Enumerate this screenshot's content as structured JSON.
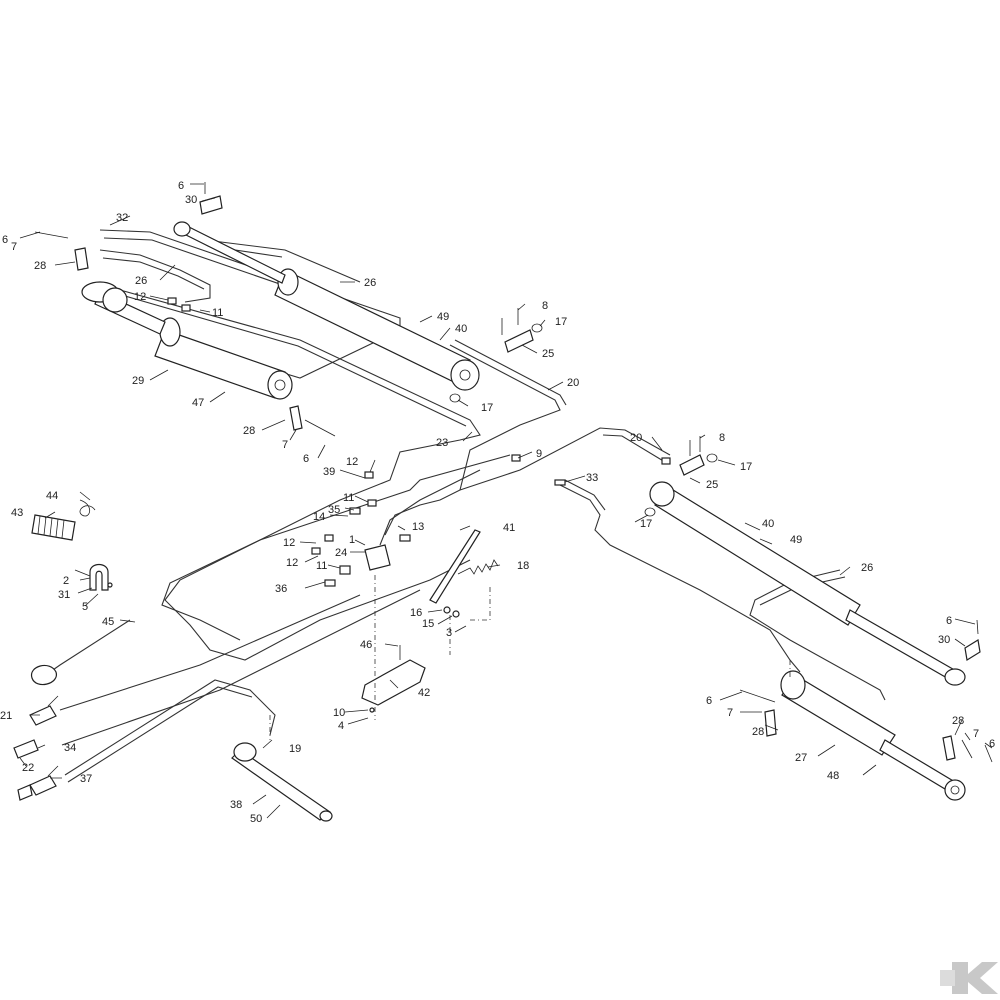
{
  "callouts": [
    {
      "id": "c6a",
      "label": "6"
    },
    {
      "id": "c30a",
      "label": "30"
    },
    {
      "id": "c32",
      "label": "32"
    },
    {
      "id": "c6b",
      "label": "6"
    },
    {
      "id": "c7a",
      "label": "7"
    },
    {
      "id": "c28a",
      "label": "28"
    },
    {
      "id": "c26a",
      "label": "26"
    },
    {
      "id": "c26b",
      "label": "26"
    },
    {
      "id": "c12a",
      "label": "12"
    },
    {
      "id": "c11a",
      "label": "11"
    },
    {
      "id": "c8a",
      "label": "8"
    },
    {
      "id": "c17a",
      "label": "17"
    },
    {
      "id": "c49a",
      "label": "49"
    },
    {
      "id": "c40a",
      "label": "40"
    },
    {
      "id": "c25a",
      "label": "25"
    },
    {
      "id": "c20a",
      "label": "20"
    },
    {
      "id": "c29",
      "label": "29"
    },
    {
      "id": "c47",
      "label": "47"
    },
    {
      "id": "c17b",
      "label": "17"
    },
    {
      "id": "c28b",
      "label": "28"
    },
    {
      "id": "c7b",
      "label": "7"
    },
    {
      "id": "c6c",
      "label": "6"
    },
    {
      "id": "c23",
      "label": "23"
    },
    {
      "id": "c20b",
      "label": "20"
    },
    {
      "id": "c8b",
      "label": "8"
    },
    {
      "id": "c17c",
      "label": "17"
    },
    {
      "id": "c12b",
      "label": "12"
    },
    {
      "id": "c9",
      "label": "9"
    },
    {
      "id": "c39",
      "label": "39"
    },
    {
      "id": "c11b",
      "label": "11"
    },
    {
      "id": "c25b",
      "label": "25"
    },
    {
      "id": "c33",
      "label": "33"
    },
    {
      "id": "c44",
      "label": "44"
    },
    {
      "id": "c43",
      "label": "43"
    },
    {
      "id": "c35",
      "label": "35"
    },
    {
      "id": "c14",
      "label": "14"
    },
    {
      "id": "c17d",
      "label": "17"
    },
    {
      "id": "c40b",
      "label": "40"
    },
    {
      "id": "c13",
      "label": "13"
    },
    {
      "id": "c41",
      "label": "41"
    },
    {
      "id": "c1",
      "label": "1"
    },
    {
      "id": "c12c",
      "label": "12"
    },
    {
      "id": "c49b",
      "label": "49"
    },
    {
      "id": "c24",
      "label": "24"
    },
    {
      "id": "c12d",
      "label": "12"
    },
    {
      "id": "c11c",
      "label": "11"
    },
    {
      "id": "c18",
      "label": "18"
    },
    {
      "id": "c26c",
      "label": "26"
    },
    {
      "id": "c2",
      "label": "2"
    },
    {
      "id": "c31",
      "label": "31"
    },
    {
      "id": "c5",
      "label": "5"
    },
    {
      "id": "c36",
      "label": "36"
    },
    {
      "id": "c16",
      "label": "16"
    },
    {
      "id": "c15",
      "label": "15"
    },
    {
      "id": "c3",
      "label": "3"
    },
    {
      "id": "c6d",
      "label": "6"
    },
    {
      "id": "c30b",
      "label": "30"
    },
    {
      "id": "c45",
      "label": "45"
    },
    {
      "id": "c46",
      "label": "46"
    },
    {
      "id": "c42",
      "label": "42"
    },
    {
      "id": "c10",
      "label": "10"
    },
    {
      "id": "c4",
      "label": "4"
    },
    {
      "id": "c6e",
      "label": "6"
    },
    {
      "id": "c7c",
      "label": "7"
    },
    {
      "id": "c28c",
      "label": "28"
    },
    {
      "id": "c28d",
      "label": "28"
    },
    {
      "id": "c7d",
      "label": "7"
    },
    {
      "id": "c6f",
      "label": "6"
    },
    {
      "id": "c21",
      "label": "21"
    },
    {
      "id": "c19",
      "label": "19"
    },
    {
      "id": "c34",
      "label": "34"
    },
    {
      "id": "c27",
      "label": "27"
    },
    {
      "id": "c22",
      "label": "22"
    },
    {
      "id": "c48",
      "label": "48"
    },
    {
      "id": "c37",
      "label": "37"
    },
    {
      "id": "c38",
      "label": "38"
    },
    {
      "id": "c50",
      "label": "50"
    }
  ],
  "colors": {
    "line": "#222222",
    "logo": "#c8c8c8",
    "background": "#ffffff"
  },
  "logo": {
    "icon": "brand-k-logo-icon"
  }
}
